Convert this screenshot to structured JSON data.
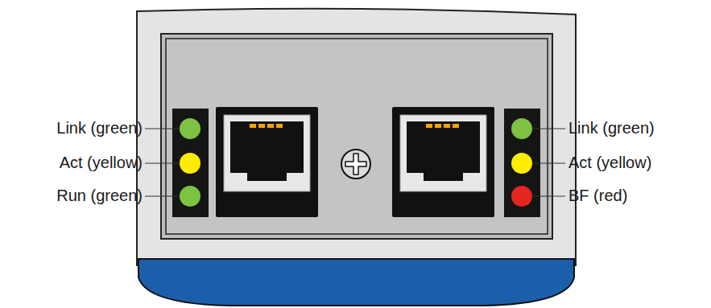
{
  "diagram": {
    "labels": [
      "Link (green)",
      "Act (yellow)",
      "Run (green)",
      "Link (green)",
      "Act (yellow)",
      "BF (red)"
    ]
  }
}
